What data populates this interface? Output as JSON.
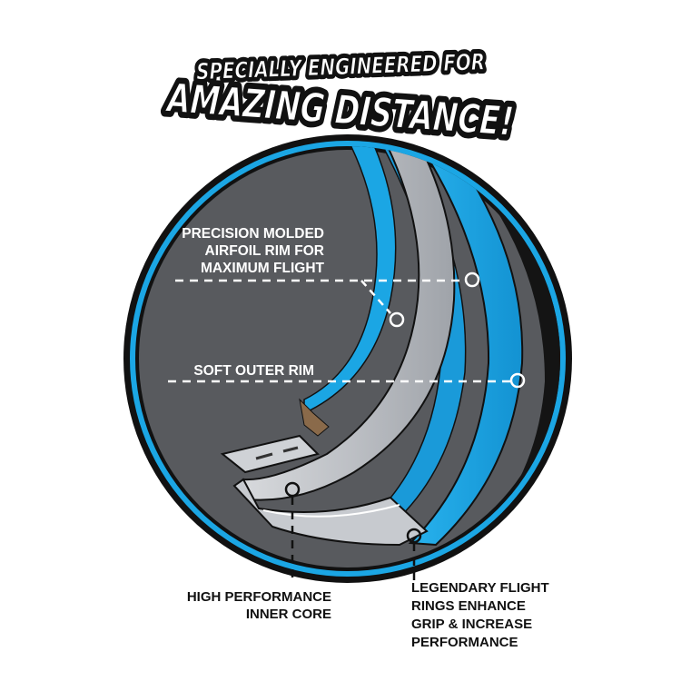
{
  "headline": {
    "line1": "SPECIALLY ENGINEERED FOR",
    "line2": "AMAZING DISTANCE!"
  },
  "callouts": {
    "airfoil_rim": {
      "lines": [
        "PRECISION MOLDED",
        "AIRFOIL RIM FOR",
        "MAXIMUM FLIGHT"
      ]
    },
    "soft_outer_rim": {
      "lines": [
        "SOFT OUTER RIM"
      ]
    },
    "inner_core": {
      "lines": [
        "HIGH PERFORMANCE",
        "INNER CORE"
      ]
    },
    "flight_rings": {
      "lines": [
        "LEGENDARY FLIGHT",
        "RINGS ENHANCE",
        "GRIP & INCREASE",
        "PERFORMANCE"
      ]
    }
  },
  "colors": {
    "disc_blue": "#1ba6e4",
    "disc_dark": "#585a5e",
    "core_gray": "#b9bcc1",
    "outline": "#111111",
    "text_light": "#ffffff",
    "text_dark": "#111111"
  }
}
